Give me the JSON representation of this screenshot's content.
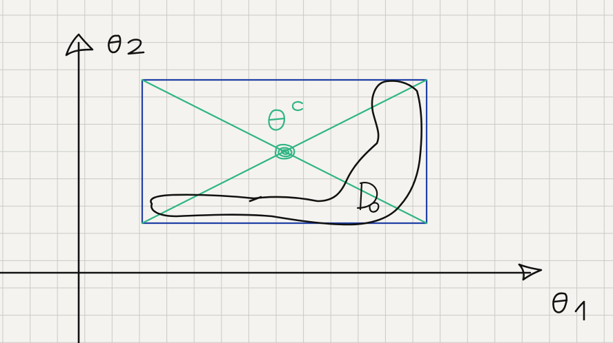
{
  "labels": {
    "theta2_axis": "θ₂",
    "theta1_axis": "θ₁",
    "theta_c": "θᶜ",
    "d0": "D₀"
  },
  "colors": {
    "background": "#f4f3ef",
    "grid": "#c9c9c6",
    "axes_ink": "#111111",
    "bounding_box": "#1f3fa6",
    "diagonals_center": "#2fb584"
  }
}
